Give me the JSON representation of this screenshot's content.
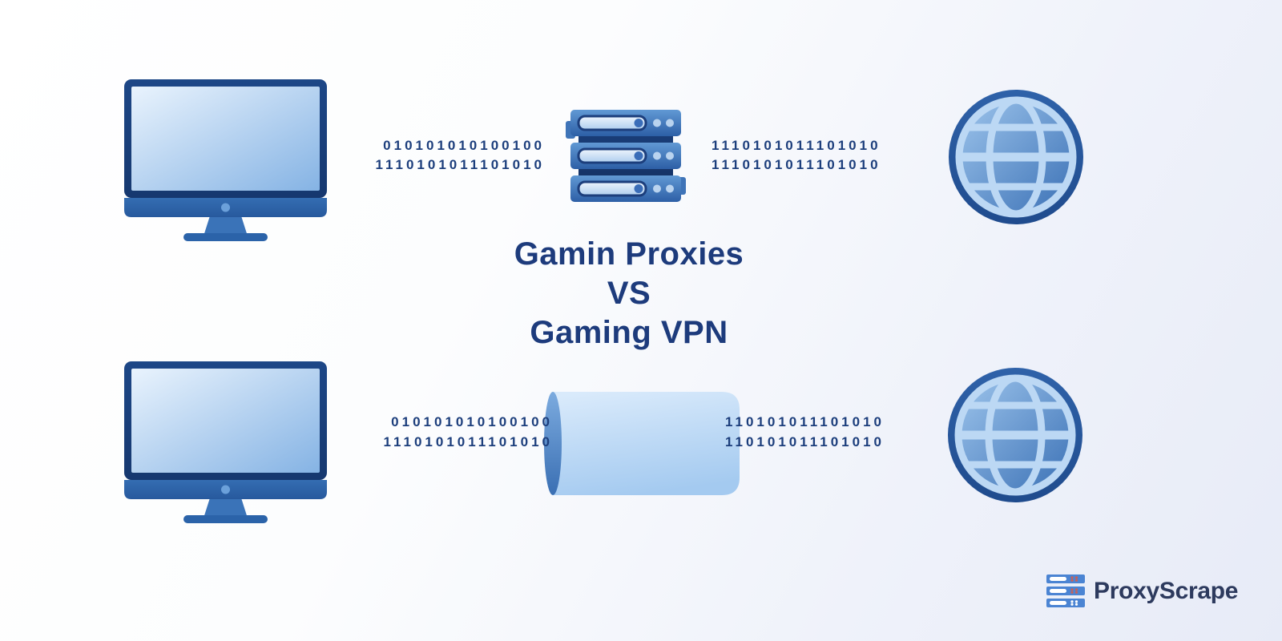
{
  "title": {
    "line1": "Gamin Proxies",
    "line2": "VS",
    "line3": "Gaming VPN"
  },
  "flows": {
    "proxy": {
      "left_binary": [
        "010101010100100",
        "1110101011101010"
      ],
      "right_binary": [
        "1110101011101010",
        "1110101011101010"
      ]
    },
    "vpn": {
      "left_binary": [
        "010101010100100",
        "1110101011101010"
      ],
      "right_binary": [
        "110101011101010",
        "110101011101010"
      ]
    }
  },
  "branding": {
    "logo_text": "ProxyScrape"
  },
  "icons": {
    "top_left": "computer-monitor-icon",
    "top_center": "proxy-server-stack-icon",
    "top_right": "internet-globe-icon",
    "bottom_left": "computer-monitor-icon",
    "bottom_center": "vpn-tunnel-icon",
    "bottom_right": "internet-globe-icon",
    "logo": "proxyscrape-server-logo-icon"
  },
  "colors": {
    "title_navy": "#1d3b7c",
    "binary_text": "#1c3e7c",
    "logo_text_navy": "#2d3a5e",
    "logo_icon_blue": "#4b84d3",
    "icon_dark_blue": "#1a4383",
    "icon_mid_blue": "#3a70b5",
    "icon_light_blue": "#bcd8f4",
    "tunnel_light": "#d9eafb",
    "background_edge": "#e7ebf7"
  }
}
